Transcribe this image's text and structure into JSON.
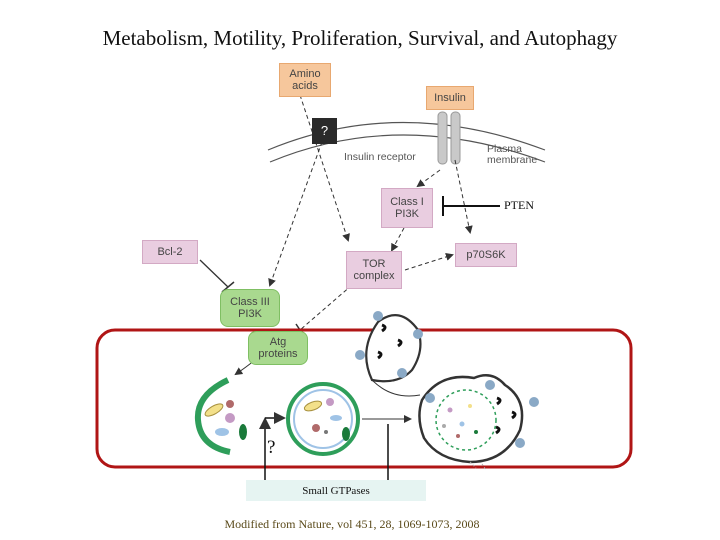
{
  "title": "Metabolism, Motility, Proliferation, Survival, and  Autophagy",
  "nodes": {
    "amino_acids": "Amino\nacids",
    "insulin": "Insulin",
    "question_top": "?",
    "insulin_receptor": "Insulin receptor",
    "plasma_membrane": "Plasma\nmembrane",
    "class1_pi3k": "Class I\nPI3K",
    "pten": "PTEN",
    "bcl2": "Bcl-2",
    "tor_complex": "TOR\ncomplex",
    "p70s6k": "p70S6K",
    "class3_pi3k": "Class III\nPI3K",
    "atg_proteins": "Atg\nproteins"
  },
  "question_bottom": "?",
  "small_gtpases": "Small GTPases",
  "credit": "Modified from Nature, vol 451, 28, 1069-1073, 2008"
}
